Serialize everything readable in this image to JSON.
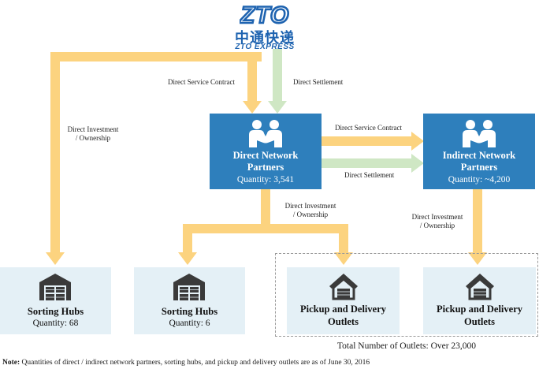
{
  "logo": {
    "mark": "ZTO",
    "chinese": "中通快递",
    "english": "ZTO EXPRESS"
  },
  "flows": {
    "top_direct_service_contract": "Direct Service Contract",
    "top_direct_settlement": "Direct Settlement",
    "left_investment": [
      "Direct Investment",
      "/ Ownership"
    ],
    "mid_direct_service_contract": "Direct Service Contract",
    "mid_direct_settlement": "Direct Settlement",
    "center_investment": [
      "Direct Investment",
      "/ Ownership"
    ],
    "right_investment": [
      "Direct Investment",
      "/ Ownership"
    ]
  },
  "partners": {
    "direct": {
      "title": [
        "Direct Network",
        "Partners"
      ],
      "quantity": "Quantity: 3,541"
    },
    "indirect": {
      "title": [
        "Indirect Network",
        "Partners"
      ],
      "quantity": "Quantity: ~4,200"
    }
  },
  "nodes": {
    "hubs_left": {
      "title": "Sorting Hubs",
      "quantity": "Quantity: 68"
    },
    "hubs_mid": {
      "title": "Sorting Hubs",
      "quantity": "Quantity: 6"
    },
    "outlets_direct": {
      "title": [
        "Pickup and Delivery",
        "Outlets"
      ]
    },
    "outlets_indirect": {
      "title": [
        "Pickup and Delivery",
        "Outlets"
      ]
    }
  },
  "total": "Total Number of Outlets: Over 23,000",
  "note": {
    "prefix": "Note:",
    "text": " Quantities of direct / indirect network partners, sorting hubs, and pickup and delivery outlets are as of June 30, 2016"
  },
  "colors": {
    "arrow_orange": "#fcd37f",
    "arrow_green": "#cfe7c4",
    "partner_blue": "#2e7fbc",
    "node_bg": "#e4f0f6",
    "brand_blue": "#1e63b0",
    "icon_dark": "#3a3a3a"
  }
}
